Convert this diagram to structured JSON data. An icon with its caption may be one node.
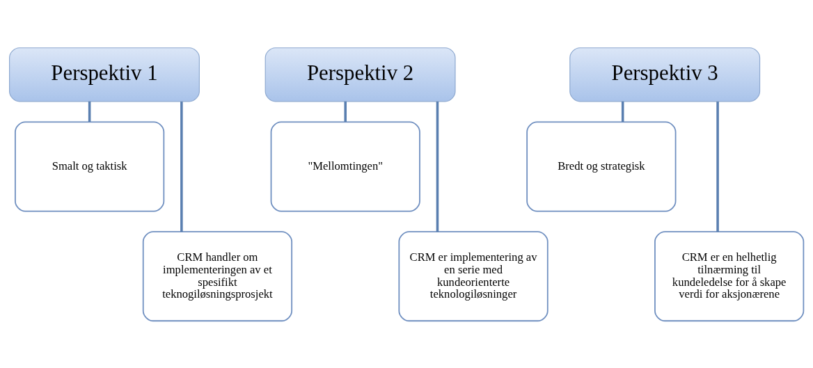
{
  "diagram": {
    "nodes": [
      {
        "text": [
          "Perspektiv 1"
        ]
      },
      {
        "text": [
          "Smalt og taktisk"
        ]
      },
      {
        "text": [
          "CRM handler om implementeringen av et spesifikt teknogiløsningsprosjekt"
        ]
      },
      {
        "text": [
          "Perspektiv 2"
        ]
      },
      {
        "text": [
          "\"Mellomtingen\""
        ]
      },
      {
        "text": [
          "CRM er implementering av en serie med kundeorienterte teknologiløsninger"
        ]
      },
      {
        "text": [
          "Perspektiv 3"
        ]
      },
      {
        "text": [
          "Bredt og strategisk"
        ]
      },
      {
        "text": [
          "CRM er en helhetlig tilnærming til kundeledelse for å skape verdi for aksjonærene"
        ]
      }
    ],
    "edges": [
      {
        "from": 0,
        "to": 1,
        "arrow": "none"
      },
      {
        "from": 0,
        "to": 2,
        "arrow": "none"
      },
      {
        "from": 3,
        "to": 4,
        "arrow": "none"
      },
      {
        "from": 3,
        "to": 5,
        "arrow": "none"
      },
      {
        "from": 6,
        "to": 7,
        "arrow": "none"
      },
      {
        "from": 6,
        "to": 8,
        "arrow": "none"
      }
    ]
  }
}
